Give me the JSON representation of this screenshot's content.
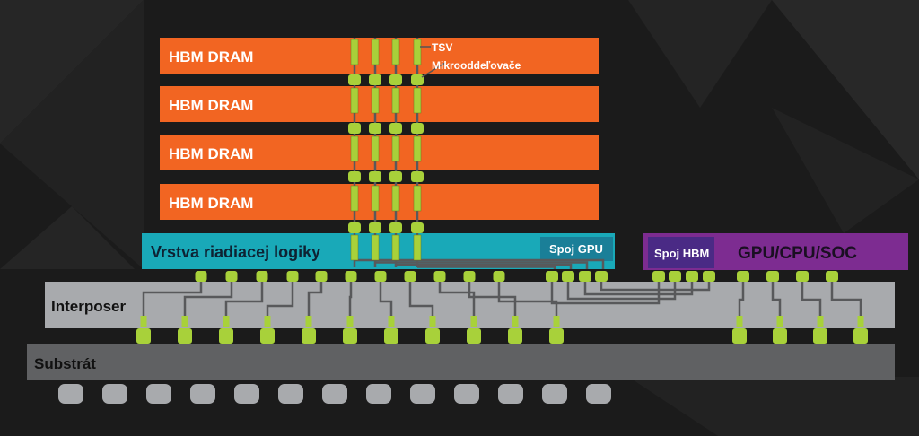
{
  "dram_layers": [
    {
      "label": "HBM DRAM"
    },
    {
      "label": "HBM DRAM"
    },
    {
      "label": "HBM DRAM"
    },
    {
      "label": "HBM DRAM"
    }
  ],
  "callouts": {
    "tsv": "TSV",
    "microbumps": "Mikrooddeľovače"
  },
  "logic_layer": {
    "label": "Vrstva riadiacej logiky",
    "gpu_link": "Spoj GPU"
  },
  "processor": {
    "label": "GPU/CPU/SOC",
    "hbm_link": "Spoj HBM"
  },
  "interposer": {
    "label": "Interposer"
  },
  "substrate": {
    "label": "Substrát"
  },
  "colors": {
    "dram": "#f26522",
    "logic": "#19a9b8",
    "gpu_link": "#1a7f98",
    "processor": "#7d2c91",
    "hbm_link": "#4a2a85",
    "interposer": "#a8aaad",
    "substrate": "#606163",
    "bump": "#a8d13a",
    "wire": "#58595b"
  }
}
